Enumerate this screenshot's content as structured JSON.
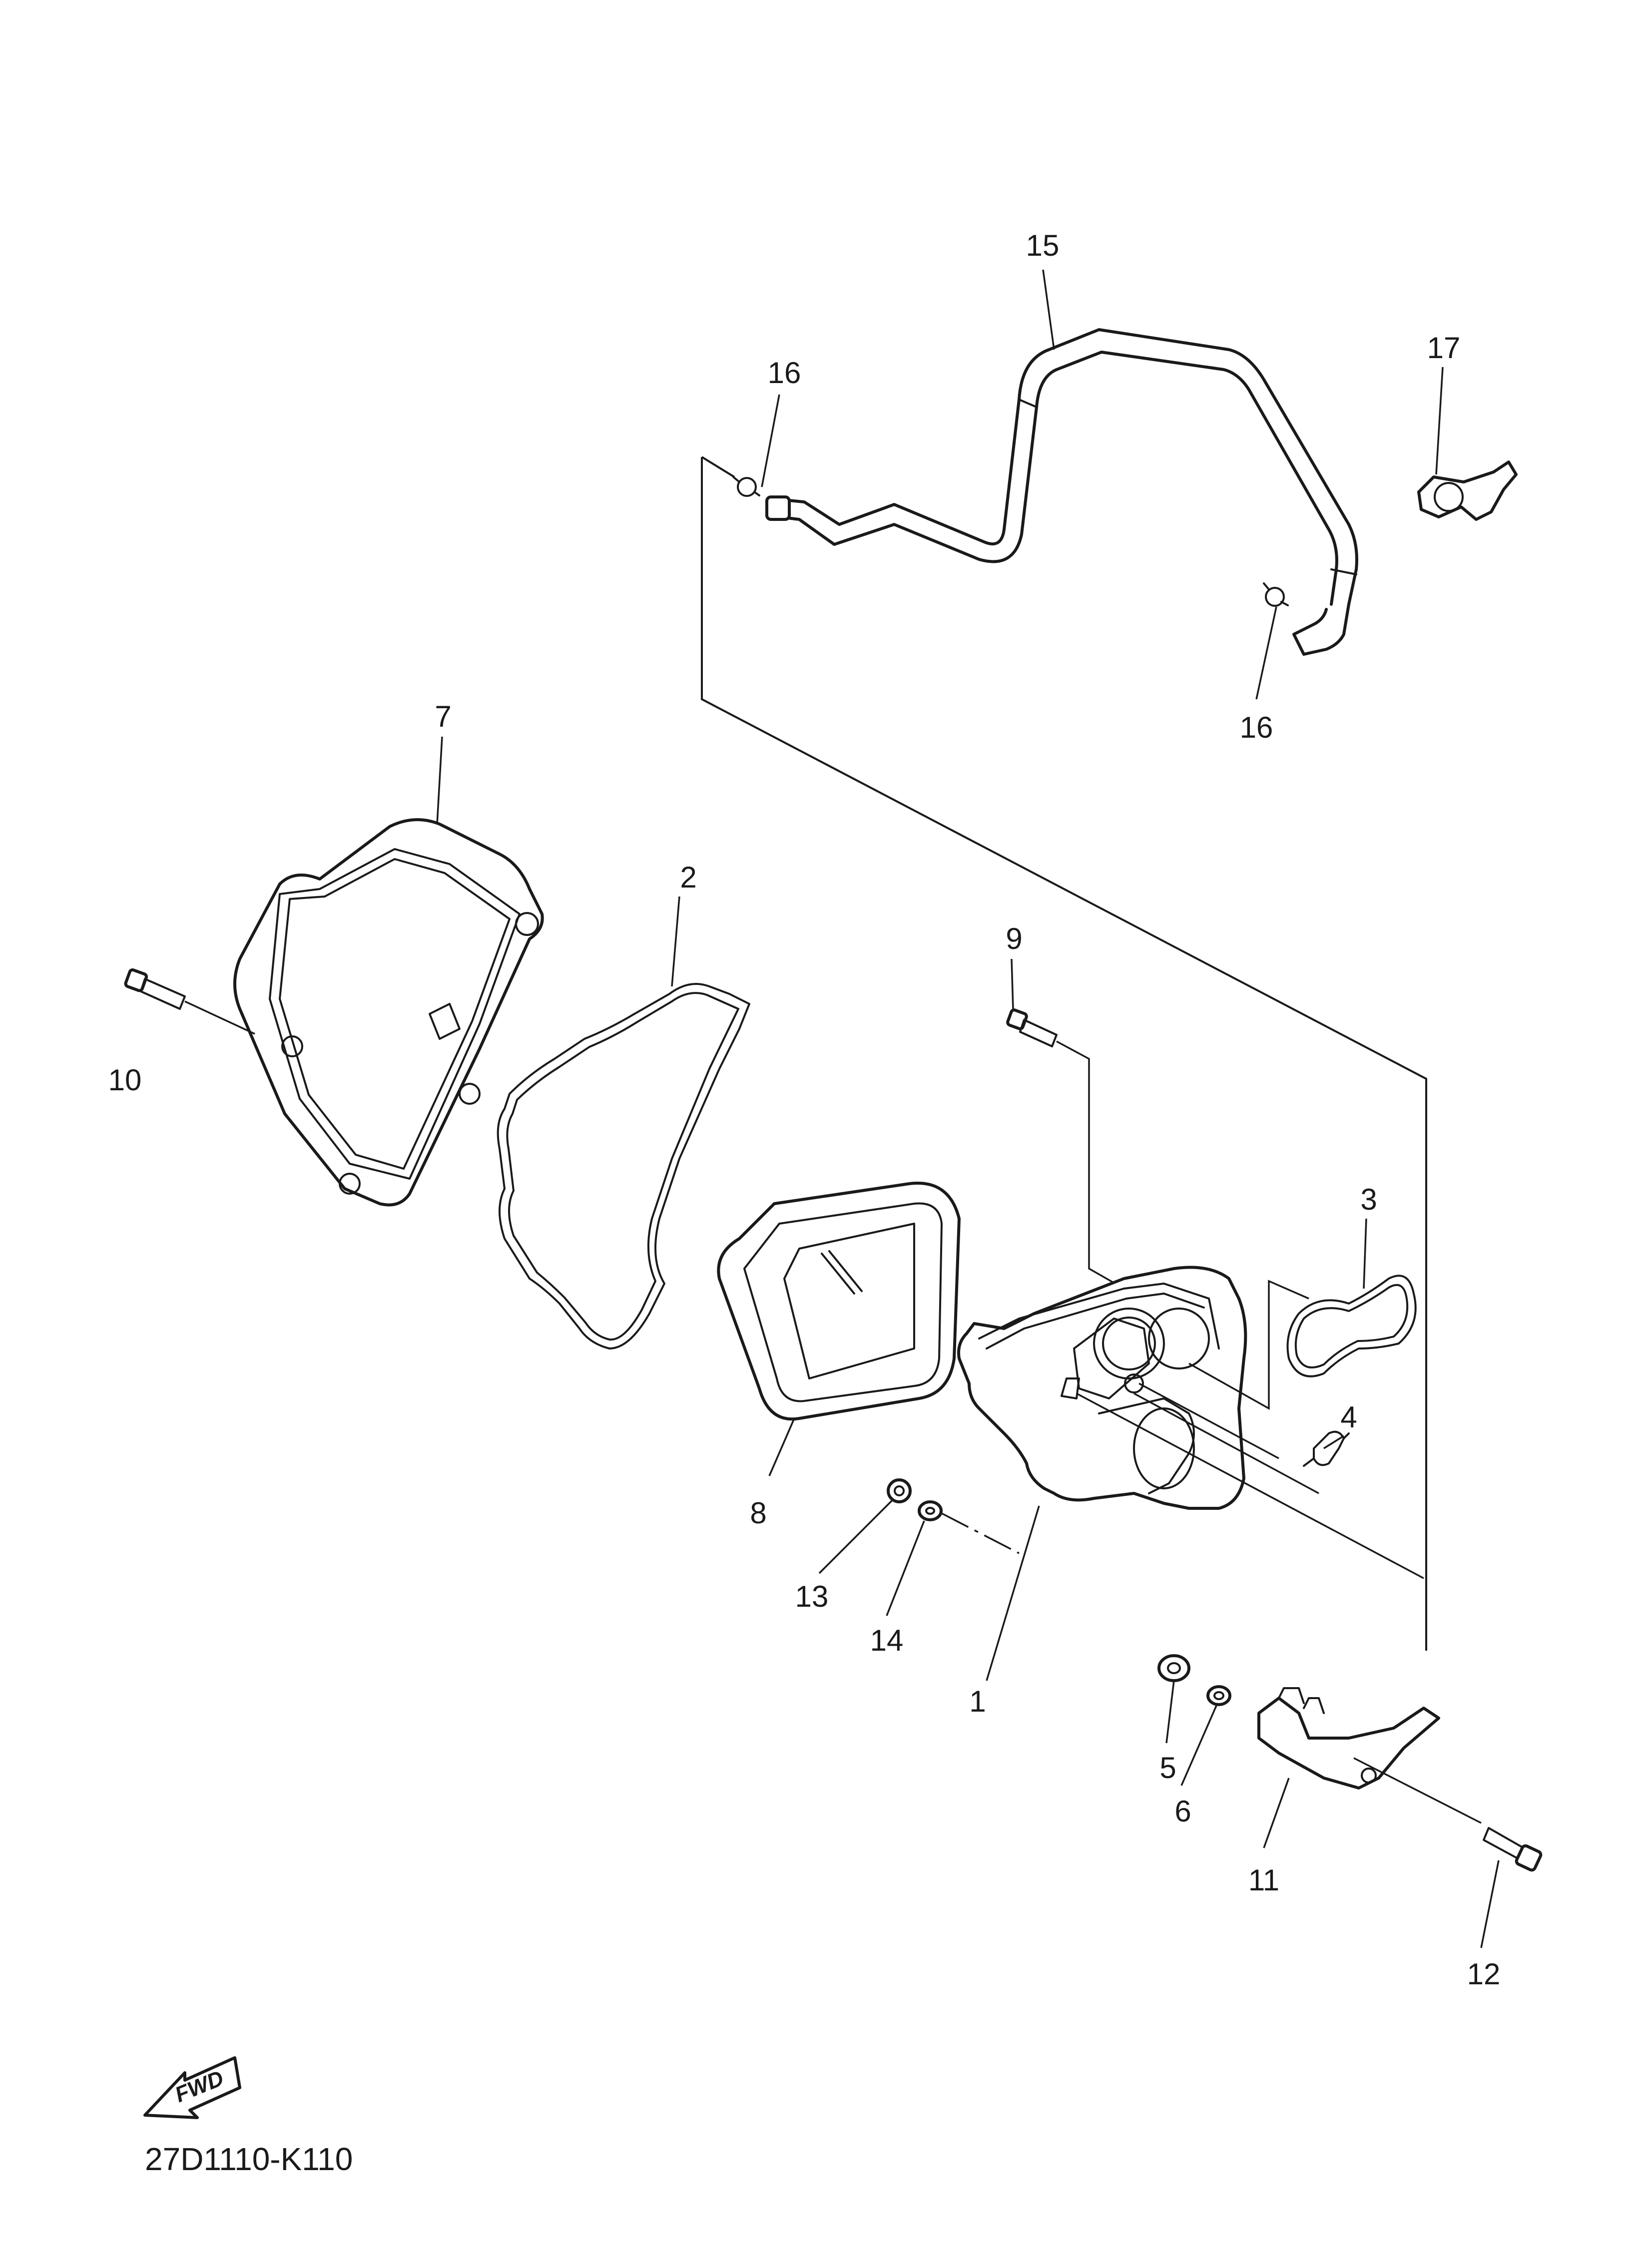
{
  "diagram": {
    "code": "27D1110-K110",
    "fwd_label": "FWD",
    "callouts": [
      "15",
      "16",
      "17",
      "16",
      "7",
      "2",
      "9",
      "10",
      "3",
      "4",
      "8",
      "13",
      "14",
      "1",
      "5",
      "6",
      "11",
      "12"
    ]
  }
}
